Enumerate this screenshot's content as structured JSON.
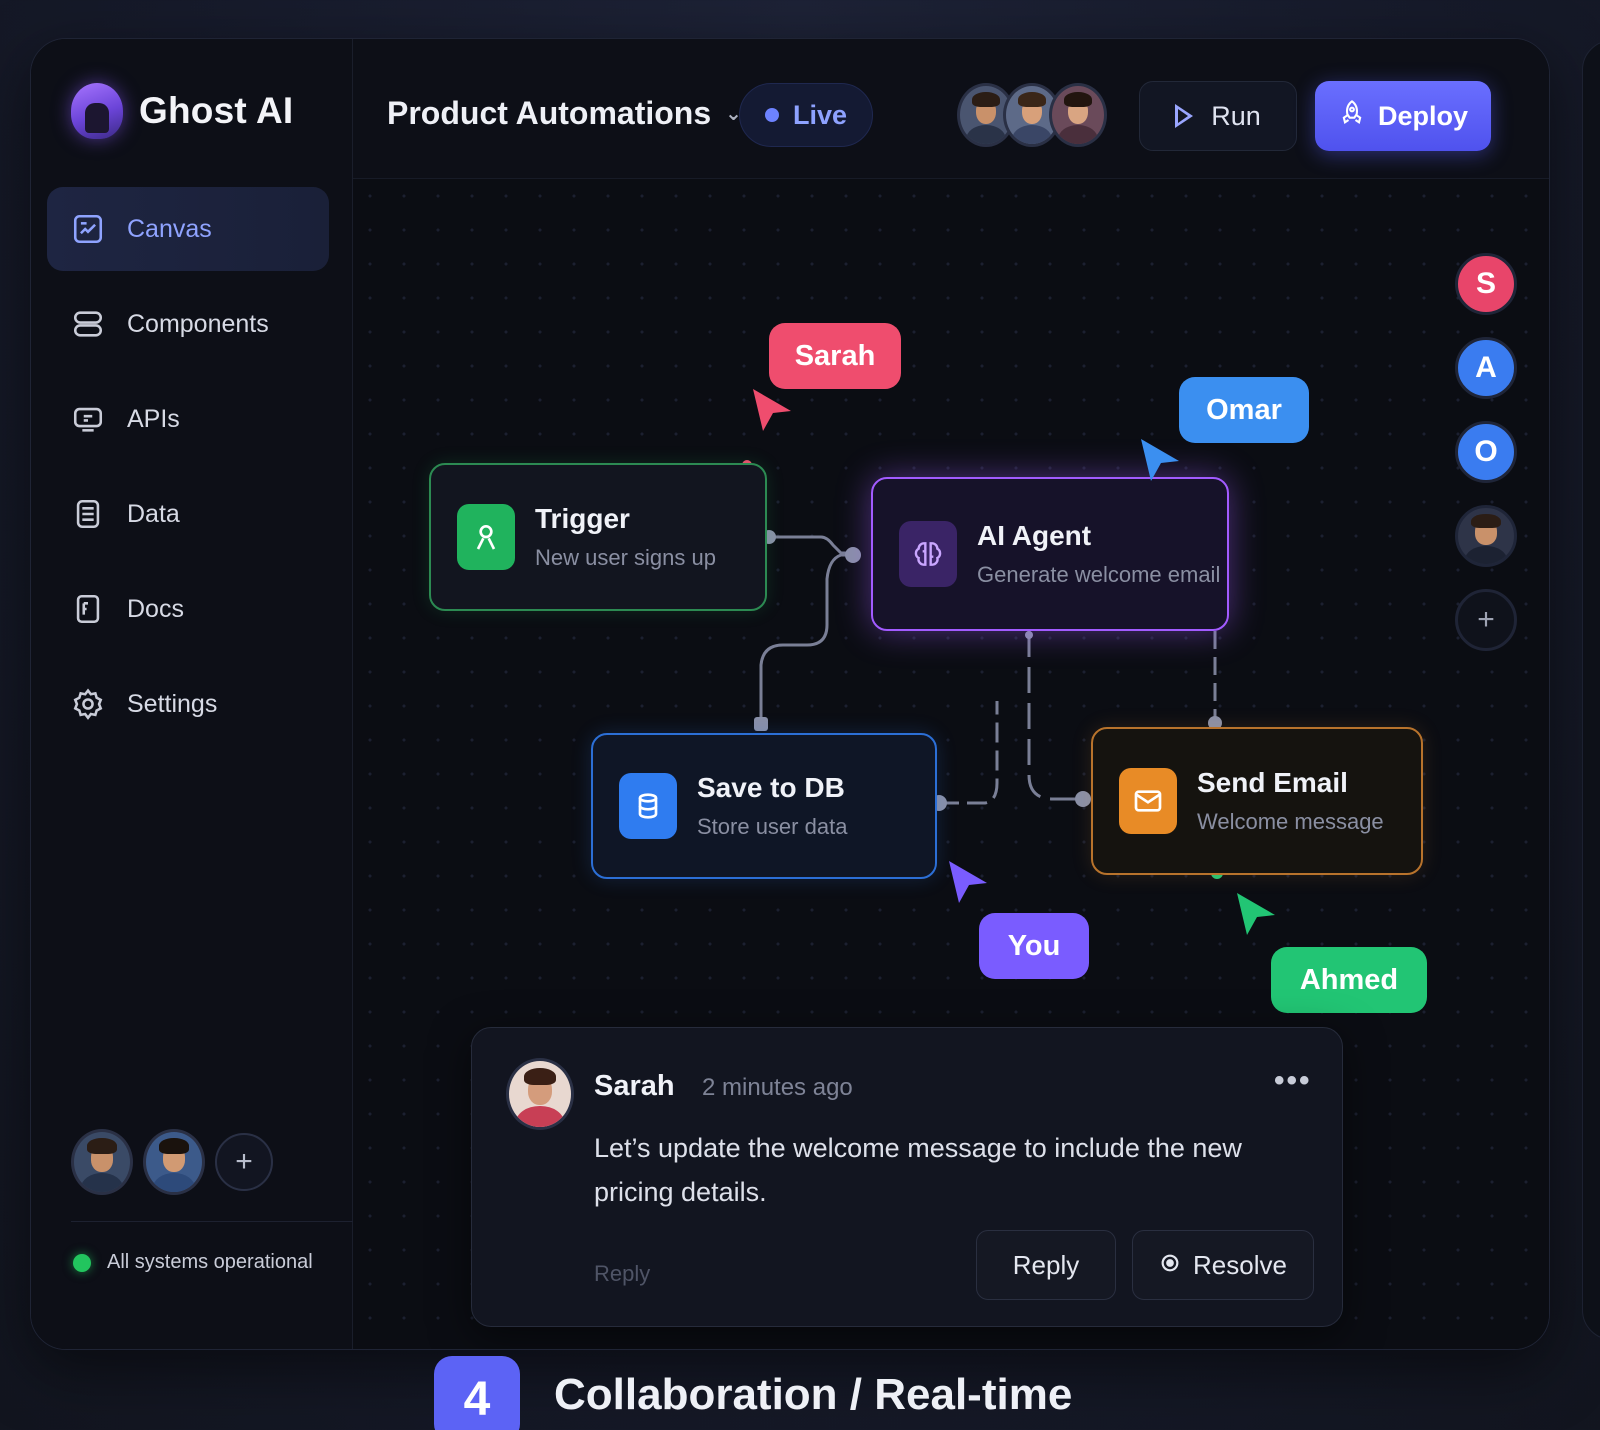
{
  "brand": {
    "name": "Ghost AI"
  },
  "sidebar": {
    "items": [
      {
        "label": "Canvas",
        "icon": "canvas-icon",
        "active": true
      },
      {
        "label": "Components",
        "icon": "components-icon"
      },
      {
        "label": "APIs",
        "icon": "api-icon"
      },
      {
        "label": "Data",
        "icon": "data-icon"
      },
      {
        "label": "Docs",
        "icon": "docs-icon"
      },
      {
        "label": "Settings",
        "icon": "gear-icon"
      }
    ],
    "add_label": "+",
    "status": "All systems operational"
  },
  "header": {
    "project": "Product Automations",
    "live": "Live",
    "run": "Run",
    "deploy": "Deploy"
  },
  "nodes": {
    "trigger": {
      "title": "Trigger",
      "subtitle": "New user signs up",
      "color": "#22c55e"
    },
    "agent": {
      "title": "AI Agent",
      "subtitle": "Generate welcome email",
      "color": "#a25bff"
    },
    "db": {
      "title": "Save to DB",
      "subtitle": "Store user data",
      "color": "#2f7cf0"
    },
    "email": {
      "title": "Send Email",
      "subtitle": "Welcome message",
      "color": "#f0952c"
    }
  },
  "cursors": {
    "sarah": {
      "label": "Sarah",
      "color": "#ef4d6e"
    },
    "omar": {
      "label": "Omar",
      "color": "#3b8ff0"
    },
    "you": {
      "label": "You",
      "color": "#7a5cff"
    },
    "ahmed": {
      "label": "Ahmed",
      "color": "#22c574"
    }
  },
  "presence": [
    {
      "initial": "S",
      "color": "#e8456a"
    },
    {
      "initial": "A",
      "color": "#3a7cf0"
    },
    {
      "initial": "O",
      "color": "#3a7cf0"
    }
  ],
  "presence_add": "+",
  "comment": {
    "author": "Sarah",
    "time": "2 minutes ago",
    "more": "•••",
    "text": "Let’s update the welcome message to include the new pricing details.",
    "reply_placeholder": "Reply",
    "reply": "Reply",
    "resolve": "Resolve"
  },
  "footer": {
    "step": "4",
    "title": "Collaboration / Real-time"
  }
}
